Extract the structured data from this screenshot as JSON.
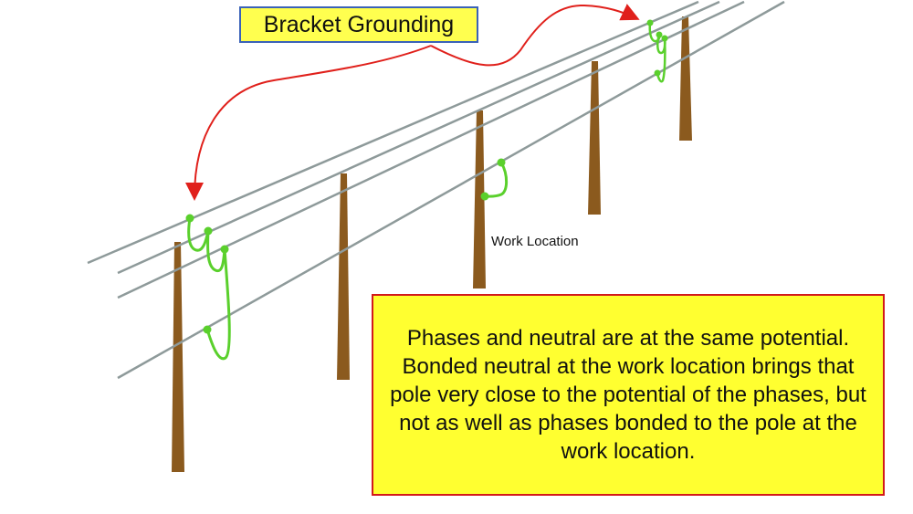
{
  "title_label": "Bracket Grounding",
  "work_location_label": "Work Location",
  "note_text": "Phases and neutral are at the same potential. Bonded neutral at the work location brings that pole very close to the potential of the phases, but not as well as phases bonded to the pole at the work location.",
  "colors": {
    "conductor": "#8e9a9a",
    "pole": "#8b5a1e",
    "jumper": "#5ad02c",
    "arrow": "#e0201b",
    "title_border": "#3a62b8",
    "note_border": "#d21a1a",
    "box_fill": "#ffff30"
  }
}
